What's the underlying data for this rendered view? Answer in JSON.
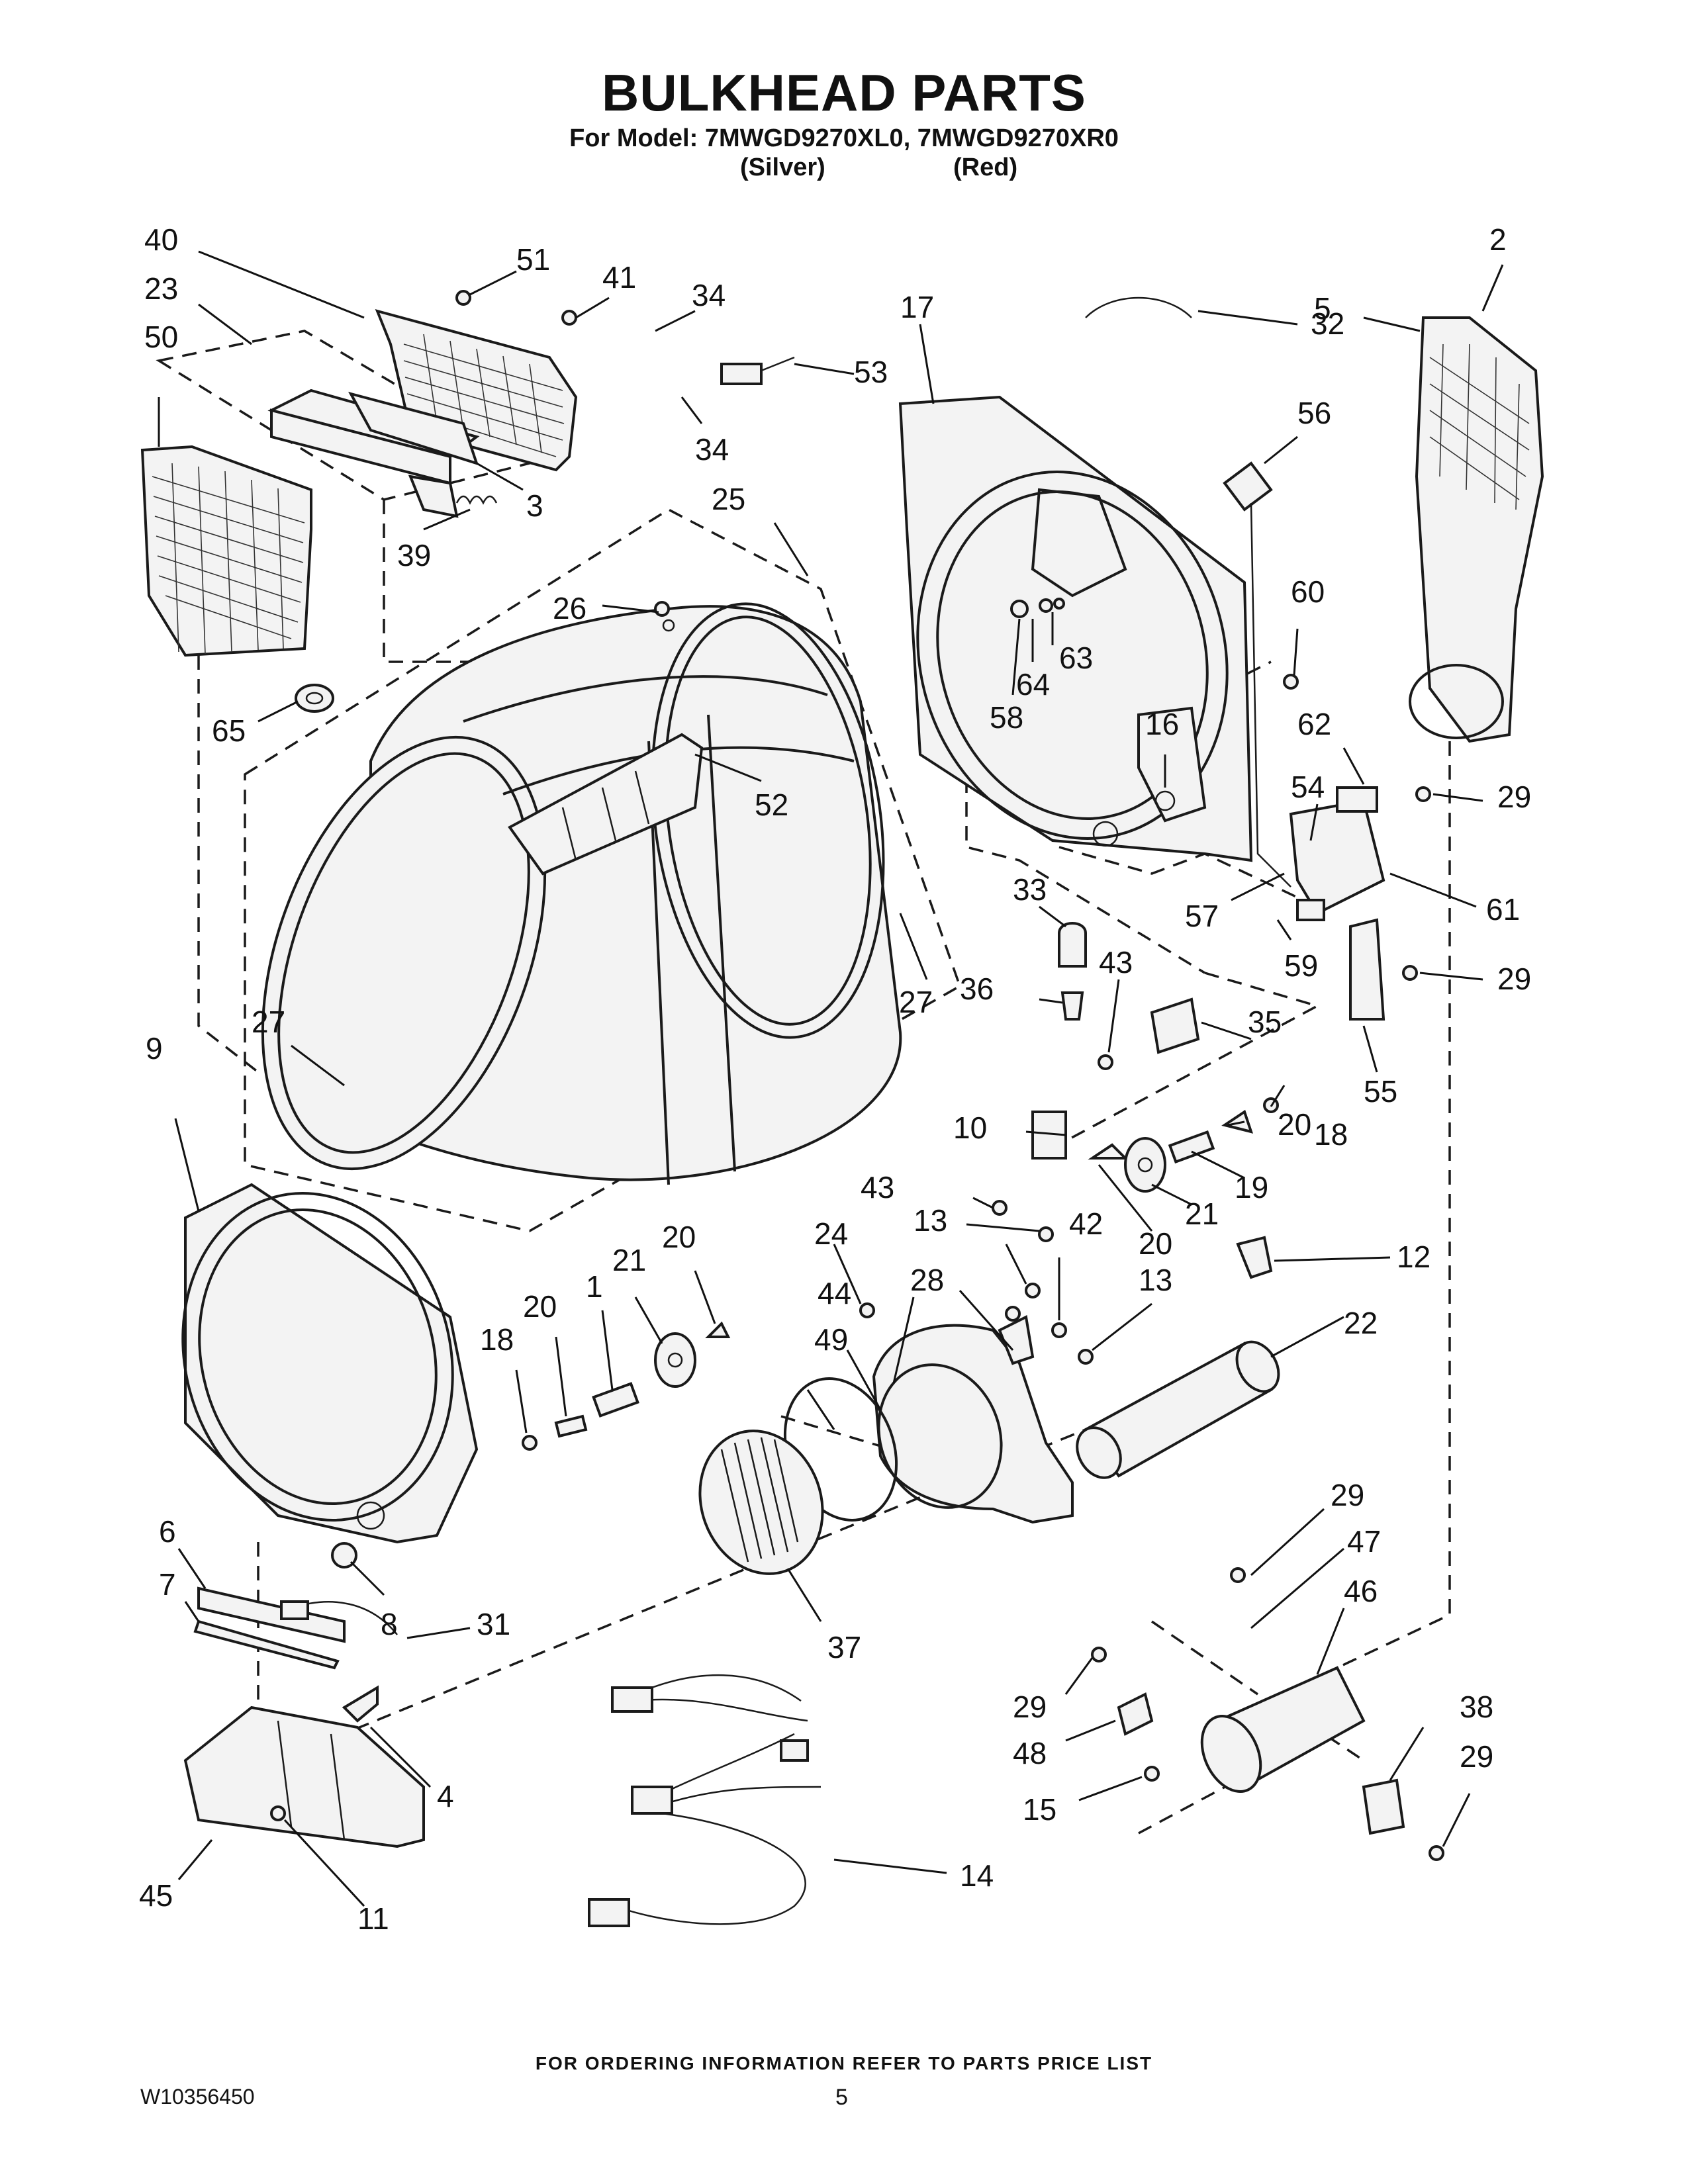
{
  "title": "BULKHEAD PARTS",
  "model_line": "For Model: 7MWGD9270XL0, 7MWGD9270XR0",
  "variants": [
    "(Silver)",
    "(Red)"
  ],
  "footer_note": "FOR ORDERING INFORMATION REFER TO PARTS PRICE LIST",
  "document_number": "W10356450",
  "page_number": "5",
  "callouts": [
    "40",
    "51",
    "41",
    "34",
    "34",
    "3",
    "39",
    "23",
    "50",
    "65",
    "25",
    "26",
    "52",
    "27",
    "27",
    "9",
    "17",
    "53",
    "32",
    "5",
    "2",
    "56",
    "60",
    "63",
    "64",
    "58",
    "16",
    "62",
    "54",
    "29",
    "61",
    "57",
    "59",
    "29",
    "55",
    "33",
    "43",
    "36",
    "35",
    "18",
    "20",
    "19",
    "21",
    "20",
    "10",
    "43",
    "24",
    "13",
    "42",
    "13",
    "28",
    "44",
    "49",
    "22",
    "12",
    "18",
    "20",
    "1",
    "21",
    "20",
    "6",
    "7",
    "8",
    "31",
    "37",
    "4",
    "45",
    "11",
    "14",
    "29",
    "47",
    "46",
    "29",
    "48",
    "15",
    "38",
    "29"
  ]
}
